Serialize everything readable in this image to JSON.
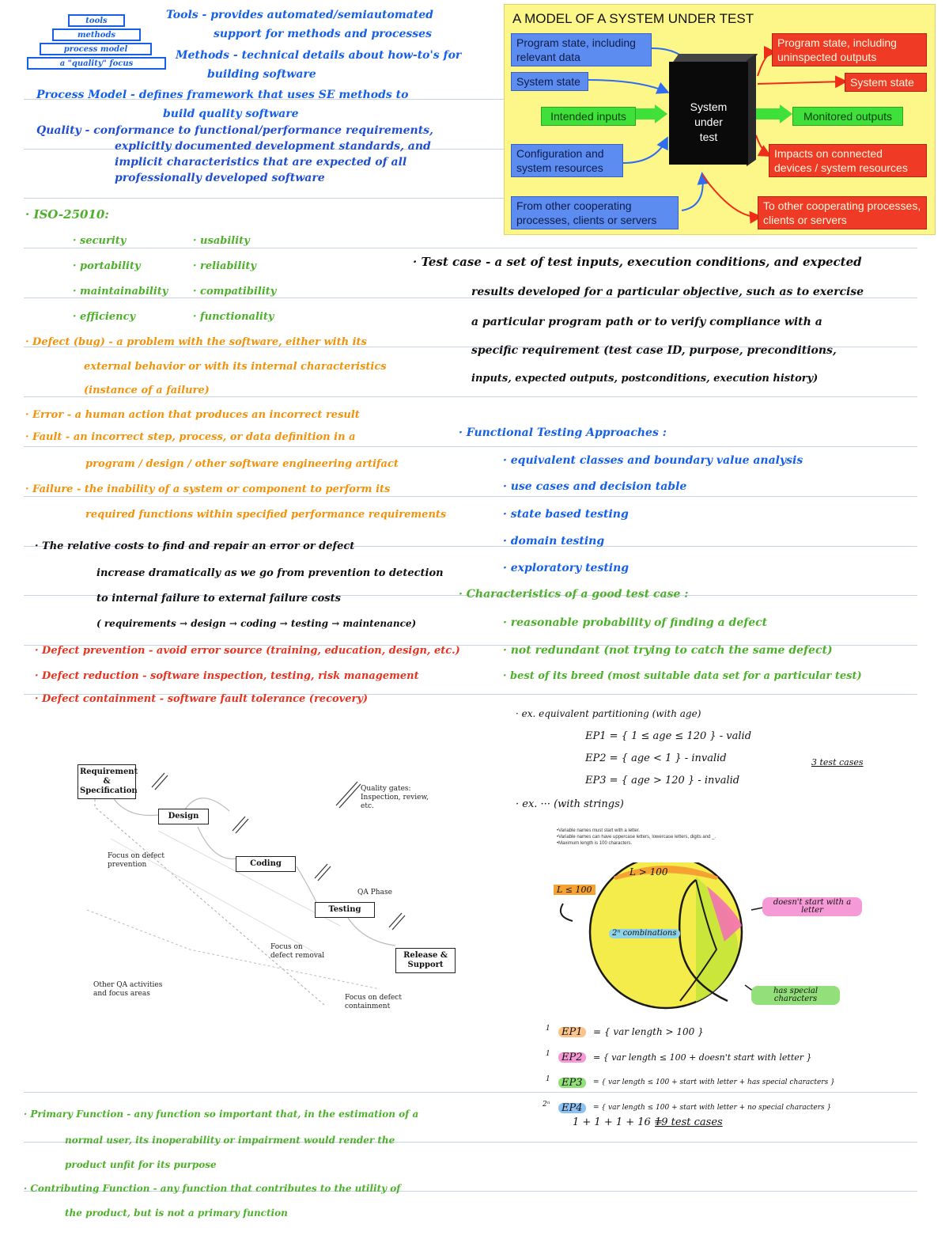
{
  "pyramid": [
    "tools",
    "methods",
    "process model",
    "a \"quality\" focus"
  ],
  "definitions": {
    "tools": "Tools - provides automated/semiautomated",
    "tools_2": "support for methods and processes",
    "methods": "Methods - technical details about how-to's for",
    "methods_2": "building software",
    "process": "Process Model - defines framework that uses SE methods to",
    "process_2": "build quality software",
    "quality": "Quality - conformance to functional/performance requirements,",
    "quality_2": "explicitly documented development standards, and",
    "quality_3": "implicit characteristics that are expected of all",
    "quality_4": "professionally developed software"
  },
  "model": {
    "title": "A MODEL OF A SYSTEM UNDER TEST",
    "center_1": "System",
    "center_2": "under",
    "center_3": "test",
    "left": [
      "Program state, including relevant data",
      "System state",
      "Intended inputs",
      "Configuration and system resources",
      "From other cooperating processes, clients or servers"
    ],
    "right": [
      "Program state, including uninspected outputs",
      "System state",
      "Monitored outputs",
      "Impacts on connected devices / system resources",
      "To other cooperating processes, clients or servers"
    ]
  },
  "iso": {
    "title": "· ISO-25010:",
    "col1": [
      "· security",
      "· portability",
      "· maintainability",
      "· efficiency"
    ],
    "col2": [
      "· usability",
      "· reliability",
      "· compatibility",
      "· functionality"
    ]
  },
  "test_case": [
    "· Test case - a set of test inputs, execution conditions, and expected",
    "results developed for a particular objective, such as to exercise",
    "a particular program path or to verify compliance with a",
    "specific requirement (test case ID, purpose, preconditions,",
    "inputs, expected outputs, postconditions, execution history)"
  ],
  "defect": [
    "· Defect (bug) - a problem with the software, either with its",
    "external behavior or with its internal characteristics",
    "(instance of a failure)"
  ],
  "error": "· Error - a human action that produces an incorrect result",
  "fault": [
    "· Fault - an incorrect step, process, or data definition in a",
    "program / design / other software engineering artifact"
  ],
  "failure": [
    "· Failure - the inability of a system or component to perform its",
    "required functions within specified performance requirements"
  ],
  "costs": [
    "· The relative costs to find and repair an error or defect",
    "increase dramatically as we go from prevention to detection",
    "to internal failure to external failure costs",
    "( requirements → design → coding → testing → maintenance)"
  ],
  "defect_handling": [
    "· Defect prevention - avoid error source (training, education, design, etc.)",
    "· Defect reduction - software inspection, testing, risk management",
    "· Defect containment - software fault tolerance (recovery)"
  ],
  "functional_testing": {
    "title": "· Functional Testing Approaches :",
    "items": [
      "· equivalent classes and boundary value analysis",
      "· use cases and decision table",
      "· state based testing",
      "· domain testing",
      "· exploratory testing"
    ]
  },
  "good_test_case": {
    "title": "· Characteristics of a good test case :",
    "items": [
      "· reasonable probability of finding a defect",
      "· not redundant (not trying to catch the same defect)",
      "· best of its breed (most suitable data set for a particular test)"
    ]
  },
  "phase_diagram": {
    "phases": [
      "Requirement & Specification",
      "Design",
      "Coding",
      "Testing",
      "Release & Support"
    ],
    "labels": [
      "Quality gates: Inspection, review, etc.",
      "Focus on defect prevention",
      "QA Phase",
      "Focus on defect removal",
      "Other QA activities and focus areas",
      "Focus on defect containment"
    ]
  },
  "example_age": {
    "header": "· ex. equivalent partitioning (with age)",
    "ep1": "EP1 = { 1 ≤ age ≤ 120 } - valid",
    "ep2": "EP2 = { age < 1 } - invalid",
    "ep3": "EP3 = { age > 120 } - invalid",
    "count": "3 test cases"
  },
  "example_strings": {
    "header": "· ex.  ···  (with strings)",
    "rules": [
      "•Variable names must start with a letter.",
      "•Variable names can have uppercase letters, lowercase letters, digits and _.",
      "•Maximum length is 100 characters."
    ],
    "circle_top": "L > 100",
    "circle_left": "L ≤ 100",
    "circle_center": "2ⁿ combinations",
    "note_pink": "doesn't start with a letter",
    "note_green": "has special characters",
    "ep_labels": [
      "EP1",
      "EP2",
      "EP3",
      "EP4"
    ],
    "ep_values": [
      "= { var length > 100 }",
      "= { var length ≤ 100 + doesn't start with letter }",
      "= { var length ≤ 100 + start with letter + has special characters }",
      "= { var length ≤ 100 + start with letter + no special characters }"
    ],
    "ep_marks": [
      "1",
      "1",
      "1",
      "2ⁿ"
    ],
    "total_prefix": "1 + 1 + 1 + 16 =",
    "total": "19 test cases"
  },
  "functions": [
    "· Primary Function - any function so important that, in the estimation of a",
    "normal user, its inoperability or impairment would render the",
    "product unfit for its purpose",
    "· Contributing Function - any function that contributes to the utility of",
    "the product, but is not a primary function"
  ]
}
